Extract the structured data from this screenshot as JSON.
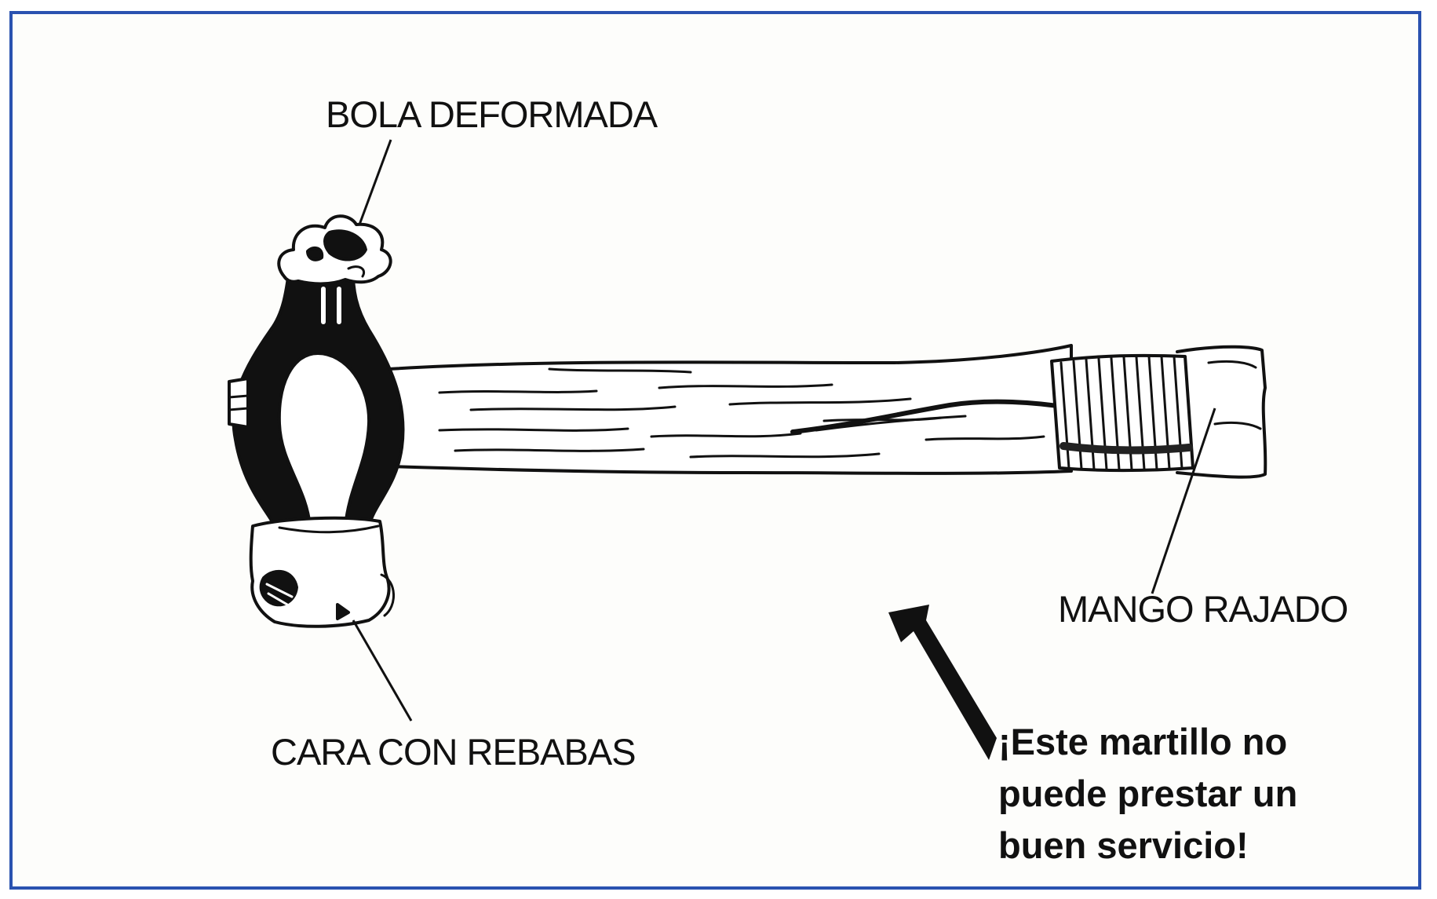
{
  "labels": {
    "ball": "BOLA DEFORMADA",
    "face": "CARA CON REBABAS",
    "handle": "MANGO RAJADO"
  },
  "warning": {
    "line1": "¡Este martillo no",
    "line2": "puede prestar un",
    "line3": "buen servicio!"
  },
  "colors": {
    "border": "#2a52b0",
    "ink": "#111111",
    "paper": "#fdfdfb"
  },
  "icons": {
    "hammer": "ball-peen-hammer-icon",
    "arrow": "pointer-arrow-icon"
  }
}
